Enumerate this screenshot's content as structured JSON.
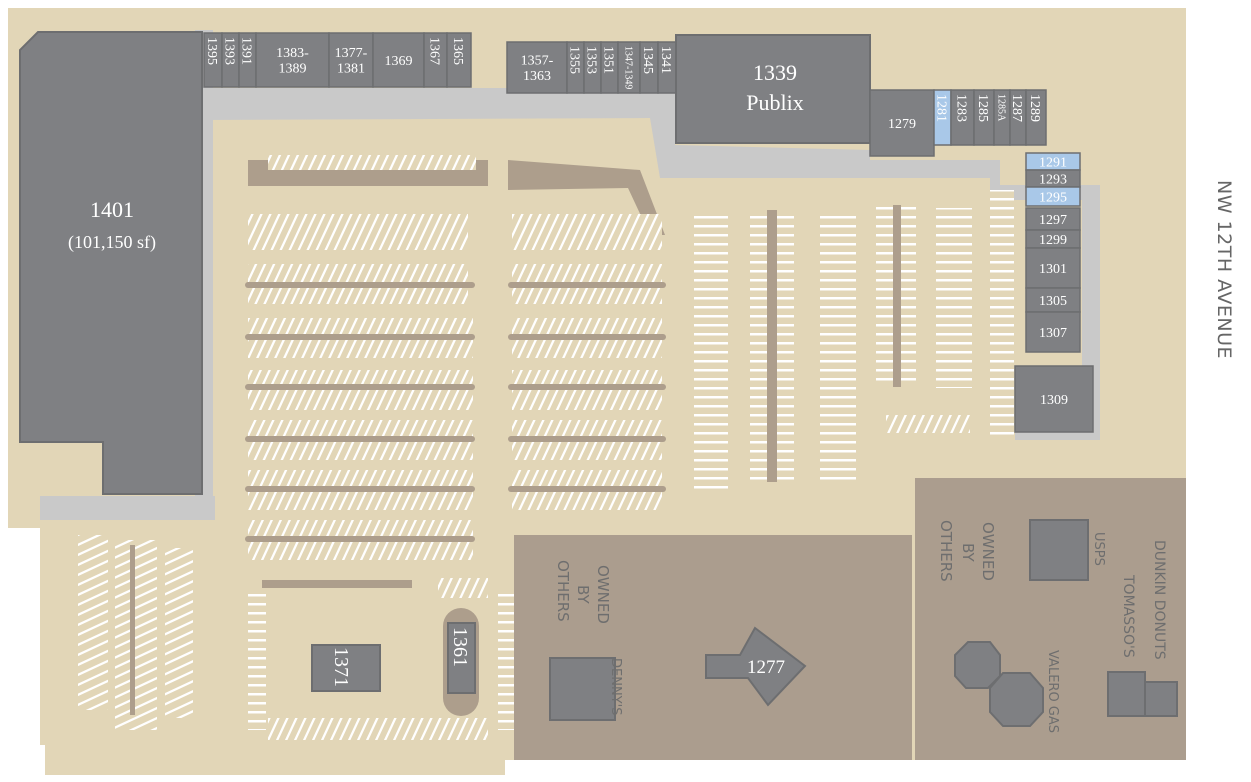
{
  "street": "NW 12TH AVENUE",
  "colors": {
    "ground": "#e2d6b7",
    "drive": "#c9c9c9",
    "building": "#7f8083",
    "vacant": "#a9c8e8",
    "others": "#ab9d8e",
    "island": "#ad9e8c"
  },
  "anchor": {
    "unit": "1401",
    "area": "(101,150 sf)"
  },
  "publix": {
    "unit": "1339",
    "name": "Publix"
  },
  "west_strip": [
    "1395",
    "1393",
    "1391",
    "1383-\n1389",
    "1377-\n1381",
    "1369",
    "1367",
    "1365"
  ],
  "mid_strip": [
    "1357-\n1363",
    "1355",
    "1353",
    "1351",
    "1347-\n1349",
    "1345",
    "1341"
  ],
  "east_strip": [
    "1279",
    "1281",
    "1283",
    "1285",
    "1285A",
    "1287",
    "1289"
  ],
  "east_column": [
    "1291",
    "1293",
    "1295",
    "1297",
    "1299",
    "1301",
    "1305",
    "1307",
    "1309"
  ],
  "vacant_units": [
    "1281",
    "1291",
    "1295"
  ],
  "outparcels": {
    "u1371": "1371",
    "u1361": "1361",
    "u1277": "1277"
  },
  "others": {
    "owned_by_others": "OWNED\nBY\nOTHERS",
    "dennys": "DENNY'S",
    "usps": "USPS",
    "dunkin": "DUNKIN DONUTS",
    "tomassos": "TOMASSO'S",
    "valero": "VALERO GAS"
  }
}
